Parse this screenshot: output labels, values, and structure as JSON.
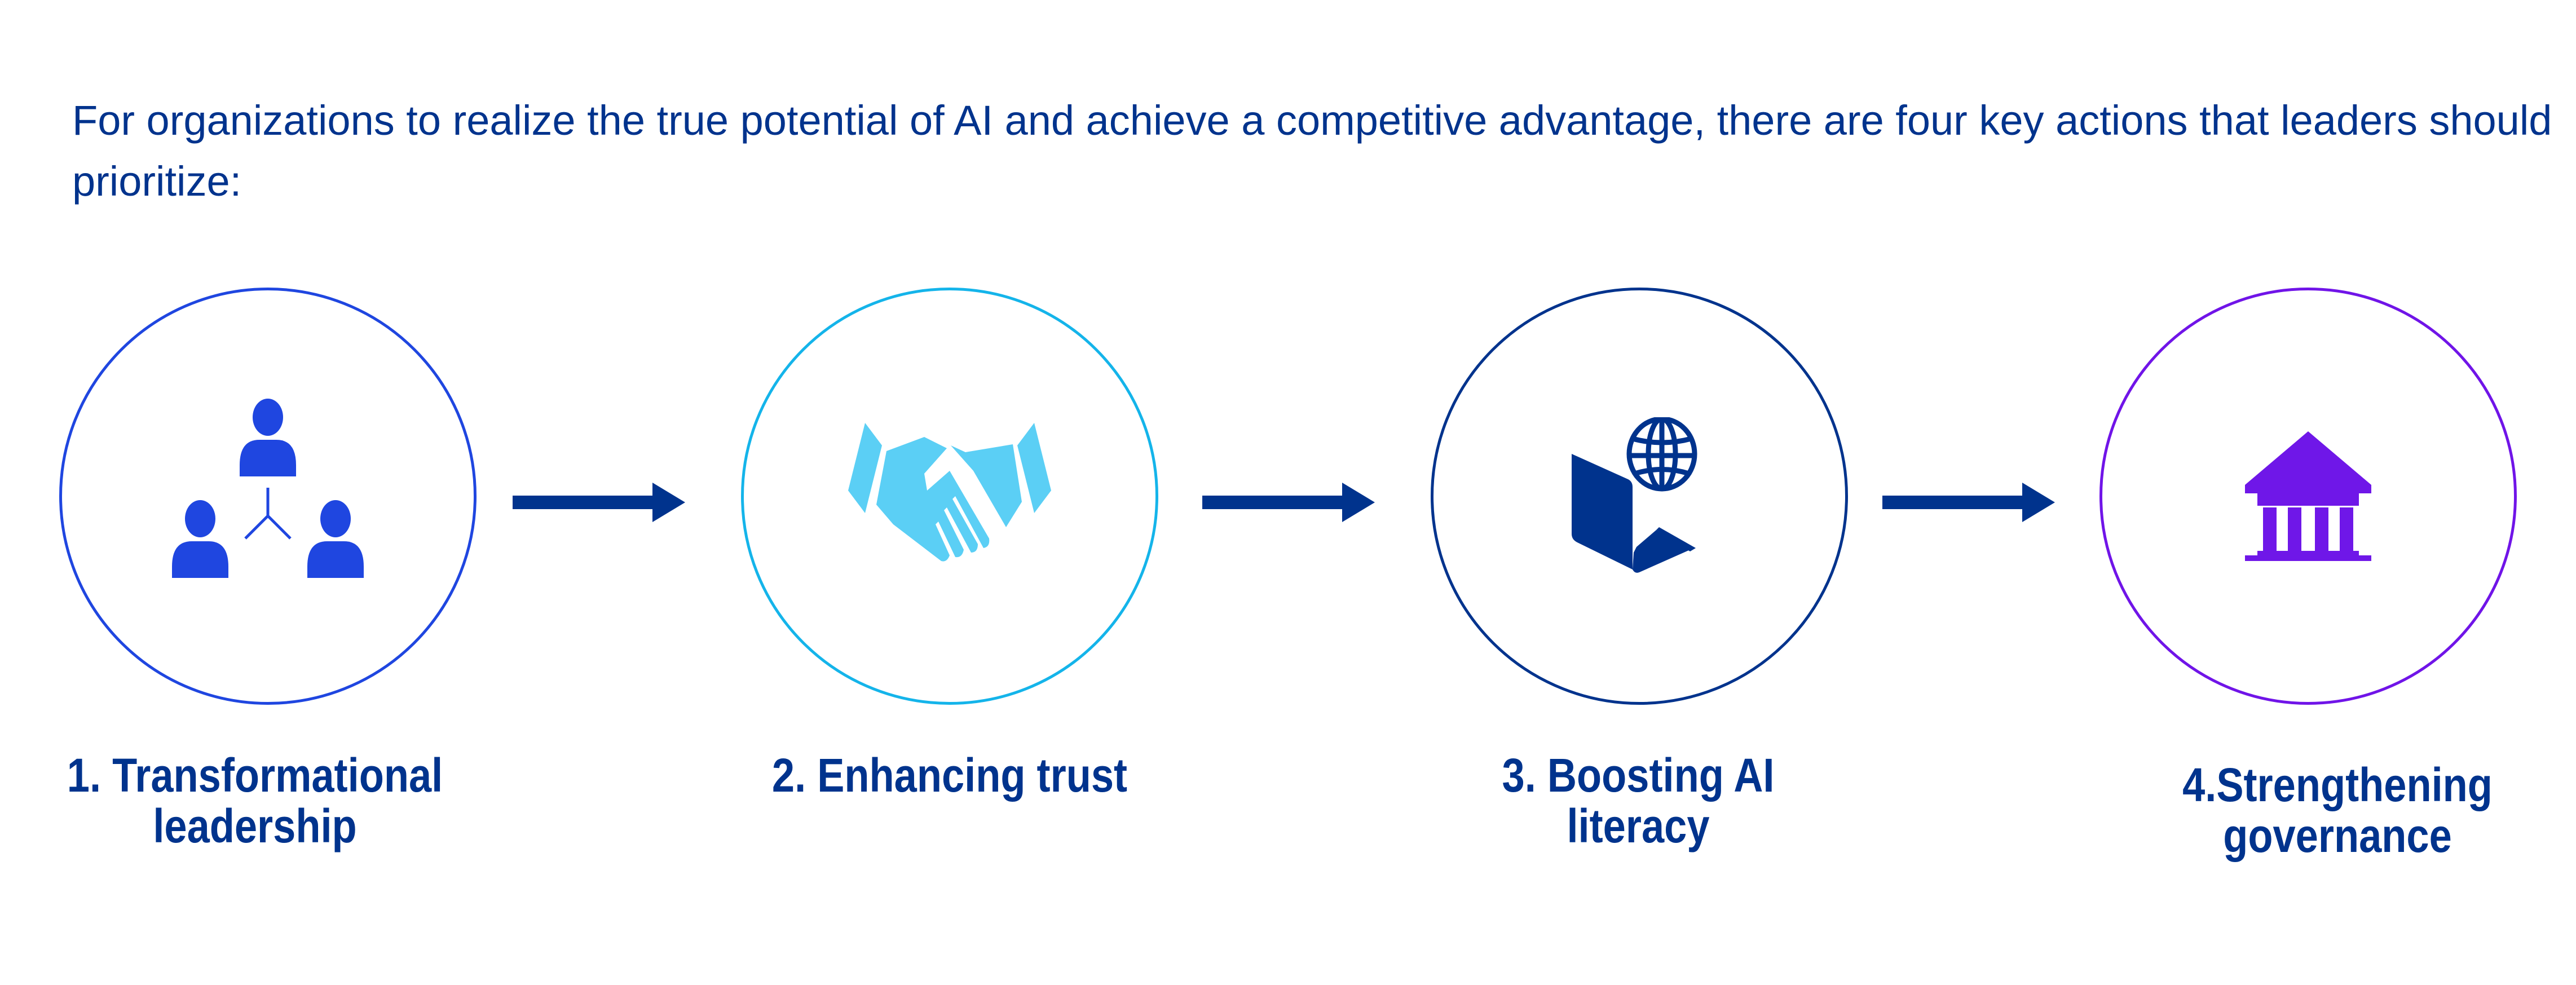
{
  "intro_text": "For organizations to realize the true potential of AI and achieve a competitive advantage, there are four key actions that leaders should prioritize:",
  "steps": [
    {
      "line1": "1. Transformational",
      "line2": "leadership",
      "icon": "people-network-icon",
      "color": "#1f46e0"
    },
    {
      "line1": "2. Enhancing trust",
      "line2": "",
      "icon": "handshake-icon",
      "color": "#14b4ea"
    },
    {
      "line1": "3. Boosting AI",
      "line2": "literacy",
      "icon": "laptop-globe-icon",
      "color": "#00338d"
    },
    {
      "line1": "4.Strengthening",
      "line2": "governance",
      "icon": "government-building-icon",
      "color": "#7014e8"
    }
  ],
  "arrow_color": "#00338d"
}
